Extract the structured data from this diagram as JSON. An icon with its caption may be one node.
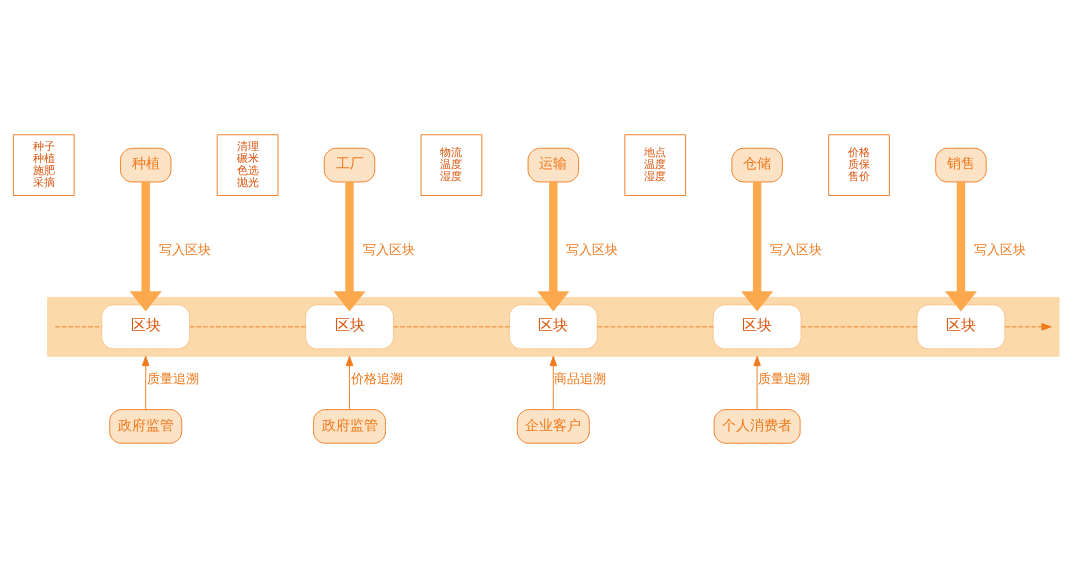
{
  "diagram": {
    "nodes": [
      {
        "text": [
          "种植"
        ]
      },
      {
        "text": [
          "工厂"
        ]
      },
      {
        "text": [
          "运输"
        ]
      },
      {
        "text": [
          "仓储"
        ]
      },
      {
        "text": [
          "销售"
        ]
      },
      {
        "text": [
          "种子种植施肥采摘"
        ]
      },
      {
        "text": [
          "清理碾米色选抛光"
        ]
      },
      {
        "text": [
          "物流温度湿度"
        ]
      },
      {
        "text": [
          "地点温度湿度"
        ]
      },
      {
        "text": [
          "价格质保售价"
        ]
      },
      {
        "text": [],
        "shape": "box"
      },
      {
        "text": [
          "区块"
        ],
        "in": 10
      },
      {
        "text": [
          "区块"
        ],
        "in": 10
      },
      {
        "text": [
          "区块"
        ],
        "in": 10
      },
      {
        "text": [
          "区块"
        ],
        "in": 10
      },
      {
        "text": [
          "区块"
        ],
        "in": 10
      },
      {
        "text": [
          "政府监管"
        ]
      },
      {
        "text": [
          "政府监管"
        ]
      },
      {
        "text": [
          "企业客户"
        ]
      },
      {
        "text": [
          "个人消费者"
        ]
      }
    ],
    "edges": [
      {
        "from": 0,
        "to": 11,
        "arrow": "to",
        "label": "写入区块",
        "style": "thick"
      },
      {
        "from": 1,
        "to": 12,
        "arrow": "to",
        "label": "写入区块",
        "style": "thick"
      },
      {
        "from": 2,
        "to": 13,
        "arrow": "to",
        "label": "写入区块",
        "style": "thick"
      },
      {
        "from": 3,
        "to": 14,
        "arrow": "to",
        "label": "写入区块",
        "style": "thick"
      },
      {
        "from": 4,
        "to": 15,
        "arrow": "to",
        "label": "写入区块",
        "style": "thick"
      },
      {
        "from": null,
        "to": 11,
        "arrow": "none",
        "style": "dashed"
      },
      {
        "from": 11,
        "to": 12,
        "arrow": "none",
        "style": "dashed"
      },
      {
        "from": 12,
        "to": 13,
        "arrow": "none",
        "style": "dashed"
      },
      {
        "from": 13,
        "to": 14,
        "arrow": "none",
        "style": "dashed"
      },
      {
        "from": 14,
        "to": 15,
        "arrow": "none",
        "style": "dashed"
      },
      {
        "from": 15,
        "to": null,
        "arrow": "to",
        "style": "dashed"
      },
      {
        "from": 16,
        "to": 10,
        "arrow": "to",
        "label": "质量追溯"
      },
      {
        "from": 17,
        "to": 10,
        "arrow": "to",
        "label": "价格追溯"
      },
      {
        "from": 18,
        "to": 10,
        "arrow": "to",
        "label": "商品追溯"
      },
      {
        "from": 19,
        "to": 10,
        "arrow": "to",
        "label": "质量追溯"
      }
    ]
  }
}
